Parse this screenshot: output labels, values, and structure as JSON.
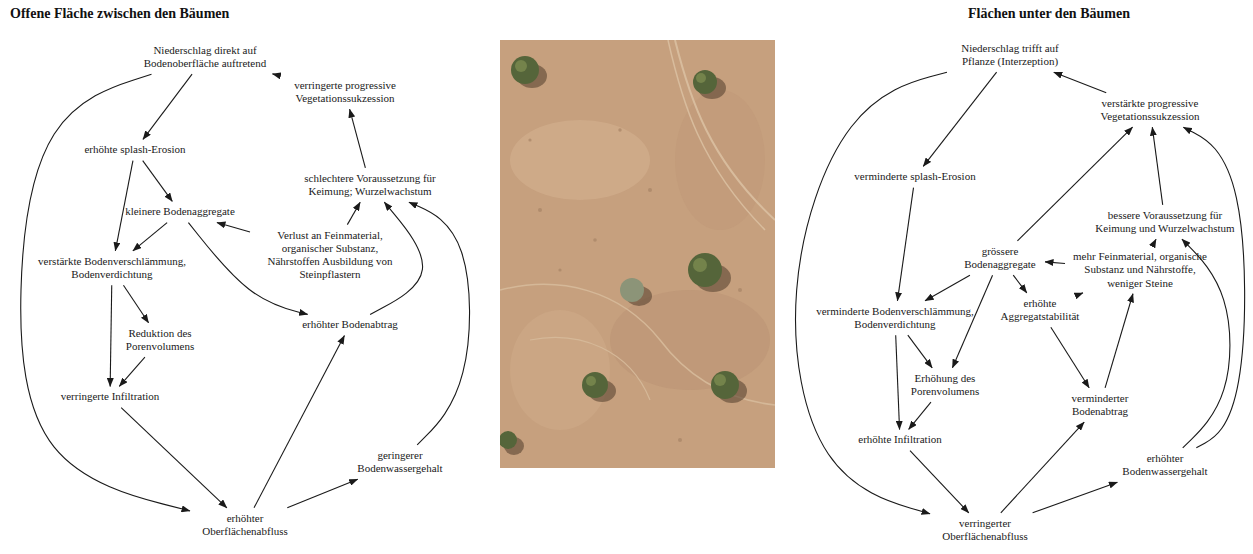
{
  "diagram": {
    "nodes": [
      {
        "text": [
          "Niederschlag direkt auf Bodenoberfläche auftretend"
        ]
      },
      {
        "text": [
          "verringerte progressive Vegetationssukzession"
        ]
      },
      {
        "text": [
          "erhöhte splash-Erosion"
        ]
      },
      {
        "text": [
          "schlechtere Voraussetzung für Keimung; Wurzelwachstum"
        ]
      },
      {
        "text": [
          "kleinere Bodenaggregate"
        ]
      },
      {
        "text": [
          "Verlust an Feinmaterial, organischer Substanz, Nährstoffen Ausbildung von Steinpflastern"
        ]
      },
      {
        "text": [
          "verstärkte Bodenverschlämmung, Bodenverdichtung"
        ]
      },
      {
        "text": [
          "Reduktion des Porenvolumens"
        ]
      },
      {
        "text": [
          "erhöhter Bodenabtrag"
        ]
      },
      {
        "text": [
          "verringerte Infiltration"
        ]
      },
      {
        "text": [
          "geringerer Bodenwassergehalt"
        ]
      },
      {
        "text": [
          "erhöhter Oberflächenabfluss"
        ]
      },
      {
        "text": [
          "Niederschlag trifft auf Pflanze (Interzeption)"
        ]
      },
      {
        "text": [
          "verstärkte progressive Vegetationssukzession"
        ]
      },
      {
        "text": [
          "verminderte splash-Erosion"
        ]
      },
      {
        "text": [
          "bessere Voraussetzung für Keimung und Wurzelwachstum"
        ]
      },
      {
        "text": [
          "grössere Bodenaggregate"
        ]
      },
      {
        "text": [
          "mehr Feinmaterial, organische Substanz und Nährstoffe, weniger Steine"
        ]
      },
      {
        "text": [
          "verminderte Bodenverschlämmung, Bodenverdichtung"
        ]
      },
      {
        "text": [
          "erhöhte Aggregatstabilität"
        ]
      },
      {
        "text": [
          "Erhöhung des Porenvolumens"
        ]
      },
      {
        "text": [
          "verminderter Bodenabtrag"
        ]
      },
      {
        "text": [
          "erhöhte Infiltration"
        ]
      },
      {
        "text": [
          "erhöhter Bodenwassergehalt"
        ]
      },
      {
        "text": [
          "verringerter Oberflächenabfluss"
        ]
      }
    ],
    "edges": [
      {
        "from": 1,
        "to": 0,
        "arrow": "to"
      },
      {
        "from": 0,
        "to": 2,
        "arrow": "to"
      },
      {
        "from": 0,
        "to": 11,
        "arrow": "to"
      },
      {
        "from": 2,
        "to": 4,
        "arrow": "to"
      },
      {
        "from": 2,
        "to": 6,
        "arrow": "to"
      },
      {
        "from": 4,
        "to": 6,
        "arrow": "to"
      },
      {
        "from": 6,
        "to": 7,
        "arrow": "to"
      },
      {
        "from": 6,
        "to": 9,
        "arrow": "to"
      },
      {
        "from": 7,
        "to": 9,
        "arrow": "to"
      },
      {
        "from": 9,
        "to": 11,
        "arrow": "to"
      },
      {
        "from": 4,
        "to": 8,
        "arrow": "to"
      },
      {
        "from": 5,
        "to": 4,
        "arrow": "to"
      },
      {
        "from": 11,
        "to": 8,
        "arrow": "to"
      },
      {
        "from": 8,
        "to": 3,
        "arrow": "to"
      },
      {
        "from": 5,
        "to": 3,
        "arrow": "to"
      },
      {
        "from": 11,
        "to": 10,
        "arrow": "to"
      },
      {
        "from": 10,
        "to": 3,
        "arrow": "to"
      },
      {
        "from": 3,
        "to": 1,
        "arrow": "to"
      },
      {
        "from": 13,
        "to": 12,
        "arrow": "to"
      },
      {
        "from": 12,
        "to": 14,
        "arrow": "to"
      },
      {
        "from": 12,
        "to": 24,
        "arrow": "to"
      },
      {
        "from": 14,
        "to": 18,
        "arrow": "to"
      },
      {
        "from": 18,
        "to": 20,
        "arrow": "to"
      },
      {
        "from": 18,
        "to": 22,
        "arrow": "to"
      },
      {
        "from": 20,
        "to": 22,
        "arrow": "to"
      },
      {
        "from": 22,
        "to": 24,
        "arrow": "to"
      },
      {
        "from": 16,
        "to": 18,
        "arrow": "to"
      },
      {
        "from": 16,
        "to": 20,
        "arrow": "to"
      },
      {
        "from": 16,
        "to": 19,
        "arrow": "to"
      },
      {
        "from": 17,
        "to": 16,
        "arrow": "to"
      },
      {
        "from": 17,
        "to": 19,
        "arrow": "to"
      },
      {
        "from": 17,
        "to": 15,
        "arrow": "to"
      },
      {
        "from": 19,
        "to": 21,
        "arrow": "to"
      },
      {
        "from": 24,
        "to": 21,
        "arrow": "to"
      },
      {
        "from": 24,
        "to": 23,
        "arrow": "to"
      },
      {
        "from": 21,
        "to": 17,
        "arrow": "to"
      },
      {
        "from": 23,
        "to": 15,
        "arrow": "to"
      },
      {
        "from": 23,
        "to": 13,
        "arrow": "to"
      },
      {
        "from": 15,
        "to": 13,
        "arrow": "to"
      },
      {
        "from": 16,
        "to": 13,
        "arrow": "to"
      }
    ],
    "labels": [
      "Offene Fläche zwischen den Bäumen",
      "Flächen unter den Bäumen"
    ]
  }
}
